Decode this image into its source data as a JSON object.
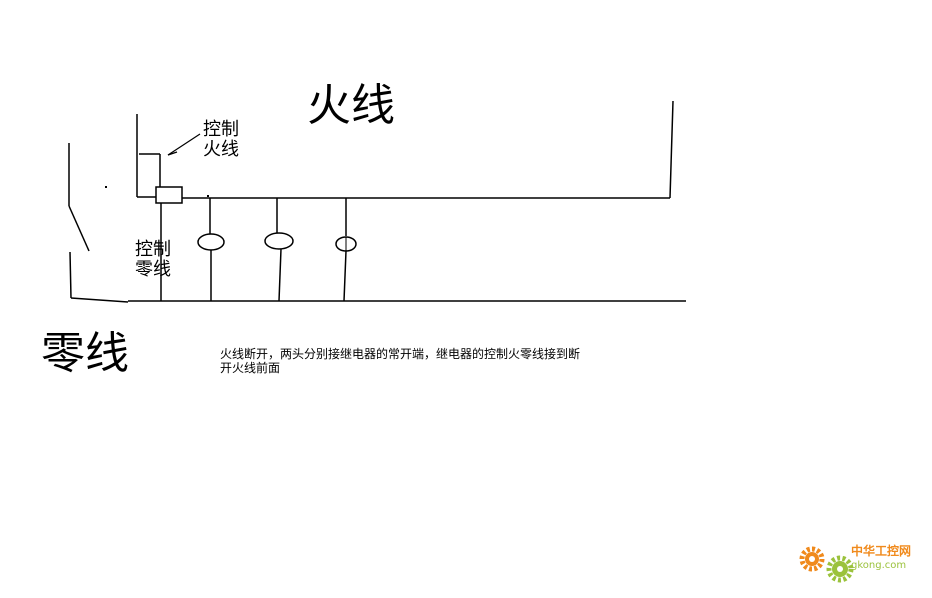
{
  "labels": {
    "live_wire": "火线",
    "neutral_wire": "零线",
    "control_live_line1": "控制",
    "control_live_line2": "火线",
    "control_neutral_line1": "控制",
    "control_neutral_line2": "零线"
  },
  "note": {
    "line1": "火线断开，两头分别接继电器的常开端，继电器的控制火零线接到断",
    "line2": "开火线前面"
  },
  "watermark": {
    "name": "中华工控网",
    "url": "gkong.com"
  },
  "colors": {
    "line": "#000000",
    "background": "#ffffff",
    "watermark_orange": "#f08a1c",
    "watermark_green": "#9bc23c"
  }
}
